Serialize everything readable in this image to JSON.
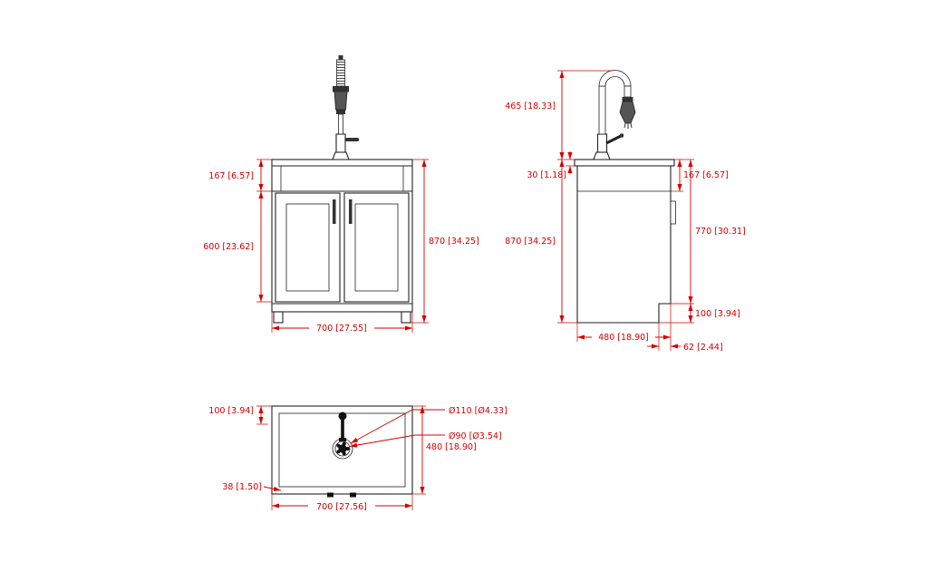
{
  "page": {
    "background": "#ffffff"
  },
  "colors": {
    "dimension_red": "#d40000",
    "outline": "#222222"
  },
  "views": {
    "front": {
      "dims": {
        "top_section": "167 [6.57]",
        "door_height": "600 [23.62]",
        "total_height": "870 [34.25]",
        "width": "700 [27.55]"
      }
    },
    "side": {
      "dims": {
        "faucet_height": "465 [18.33]",
        "counter_thickness": "30 [1.18]",
        "top_section": "167 [6.57]",
        "total_height": "870 [34.25]",
        "front_height": "770 [30.31]",
        "toe_kick_height": "100 [3.94]",
        "depth": "480 [18.90]",
        "toe_kick_depth": "62 [2.44]"
      }
    },
    "top": {
      "dims": {
        "back_offset": "100 [3.94]",
        "hole_outer_dia": "Ø110 [Ø4.33]",
        "hole_inner_dia": "Ø90 [Ø3.54]",
        "depth": "480 [18.90]",
        "rim_width": "38 [1.50]",
        "width": "700 [27.56]"
      }
    }
  }
}
